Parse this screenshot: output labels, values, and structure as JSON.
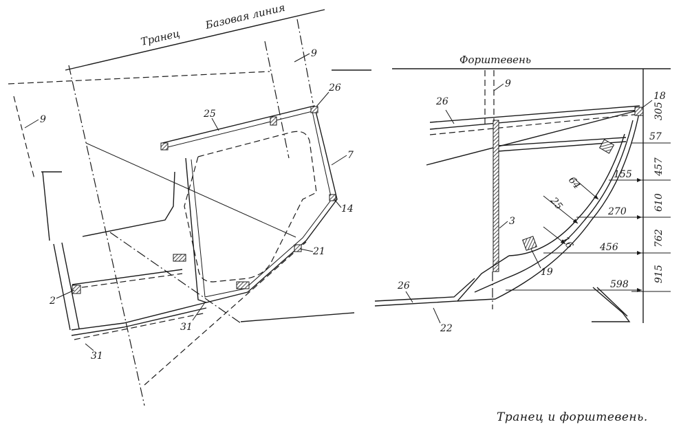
{
  "transom_view": {
    "title_transom": "Транец",
    "title_baseline": "Базовая линия",
    "callouts": {
      "c9_top": "9",
      "c9_left": "9",
      "c26": "26",
      "c25": "25",
      "c7": "7",
      "c14": "14",
      "c21": "21",
      "c2": "2",
      "c31_mid": "31",
      "c31_bottom": "31"
    }
  },
  "stem_view": {
    "title": "Форштевень",
    "callouts": {
      "c9": "9",
      "c26": "26",
      "c18": "18",
      "c57": "57",
      "c64": "64",
      "c25": "25",
      "c16": "16",
      "c3": "3",
      "c19": "19",
      "c26_bottom": "26",
      "c22": "22"
    },
    "dimensions": {
      "d155": "155",
      "d270": "270",
      "d456": "456",
      "d598": "598"
    },
    "spacing_dimensions": {
      "s305": "305",
      "s457": "457",
      "s610": "610",
      "s762": "762",
      "s915": "915"
    }
  },
  "caption": "Транец и форштевень."
}
